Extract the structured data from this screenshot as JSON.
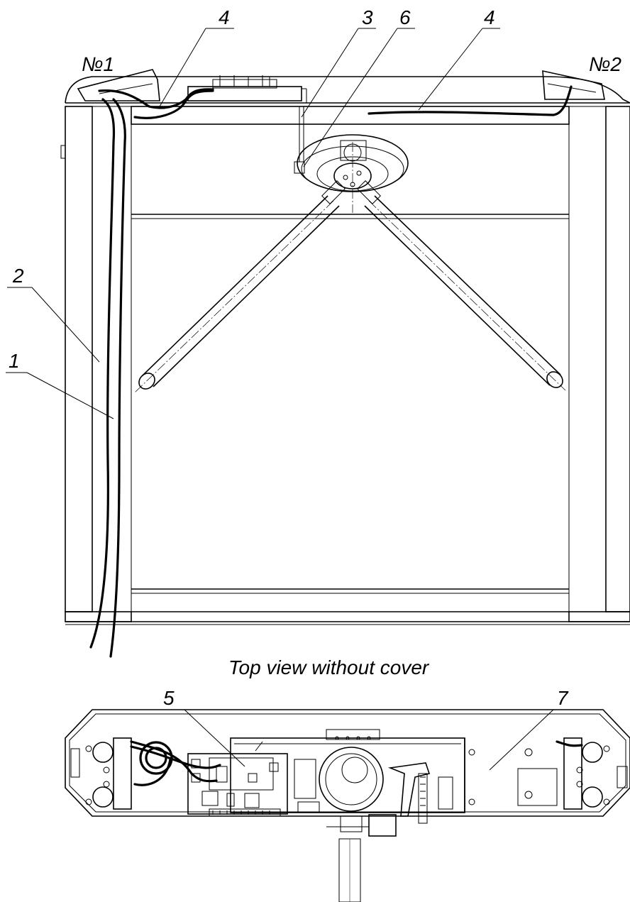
{
  "figure": {
    "caption": "Top view without cover",
    "unit_labels": {
      "unit1": "№1",
      "unit2": "№2"
    },
    "callouts": {
      "c1": "1",
      "c2": "2",
      "c3": "3",
      "c4_left": "4",
      "c4_right": "4",
      "c5": "5",
      "c6": "6",
      "c7": "7"
    }
  }
}
